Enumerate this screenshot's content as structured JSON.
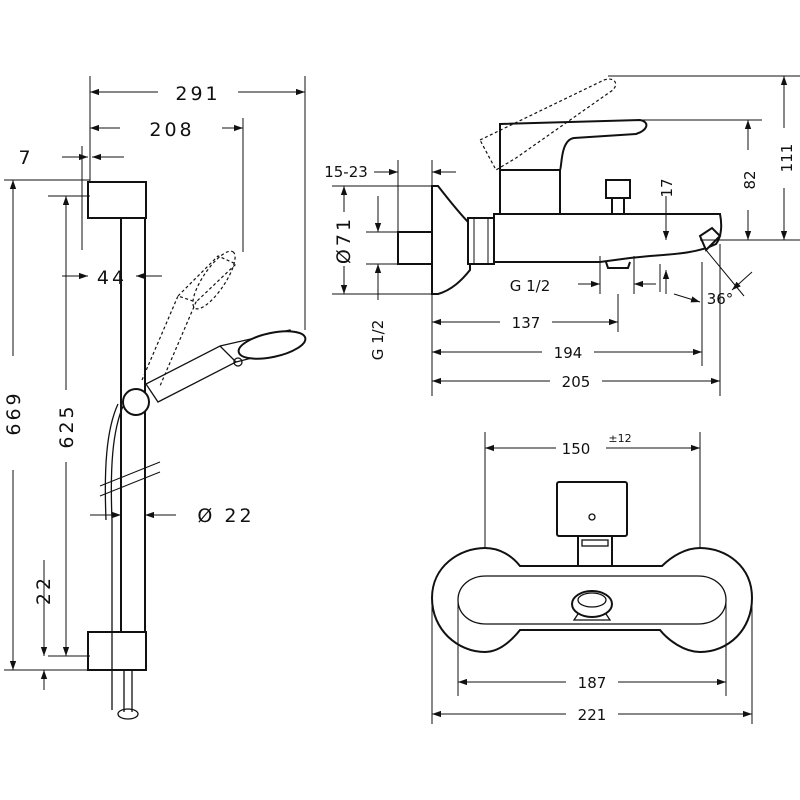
{
  "left_view": {
    "d291": "291",
    "d208": "208",
    "d7": "7",
    "d44": "44",
    "d669": "669",
    "d625": "625",
    "d22_dia": "Ø 22",
    "d22": "22"
  },
  "side_view": {
    "d15_23": "15-23",
    "d71": "Ø71",
    "g12_left": "G 1/2",
    "g12_bottom": "G 1/2",
    "d17": "17",
    "d82": "82",
    "d111": "111",
    "d36": "36°",
    "d137": "137",
    "d194": "194",
    "d205": "205"
  },
  "front_view": {
    "d150": "150",
    "tol": "±12",
    "d187": "187",
    "d221": "221"
  }
}
